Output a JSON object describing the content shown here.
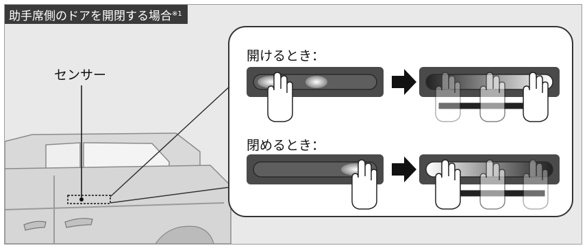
{
  "title": {
    "text": "助手席側のドアを開閉する場合",
    "note_mark": "※1"
  },
  "sensor_label": "センサー",
  "steps": {
    "open_label": "開けるとき：",
    "close_label": "閉めるとき："
  },
  "colors": {
    "title_bg": "#3a3a3a",
    "panel": "#4a4a4a",
    "background": "#e9e9e9"
  }
}
